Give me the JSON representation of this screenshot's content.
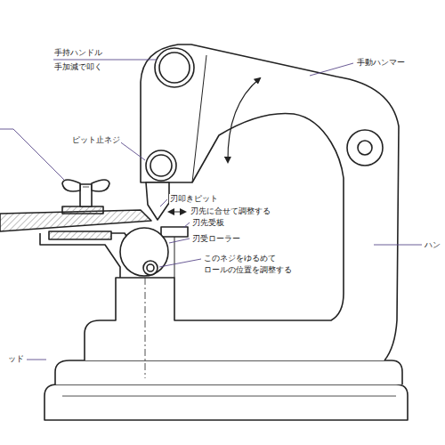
{
  "diagram": {
    "labels": [
      "手持ハンドル",
      "手加減で叩く",
      "手動ハンマー",
      "ピット止ネジ",
      "刃叩きピット",
      "刃先に合せて調整する",
      "刃先受板",
      "刃受ローラー",
      "このネジをゆるめて",
      "ロールの位置を調整する",
      "ハン",
      "ッド"
    ]
  }
}
